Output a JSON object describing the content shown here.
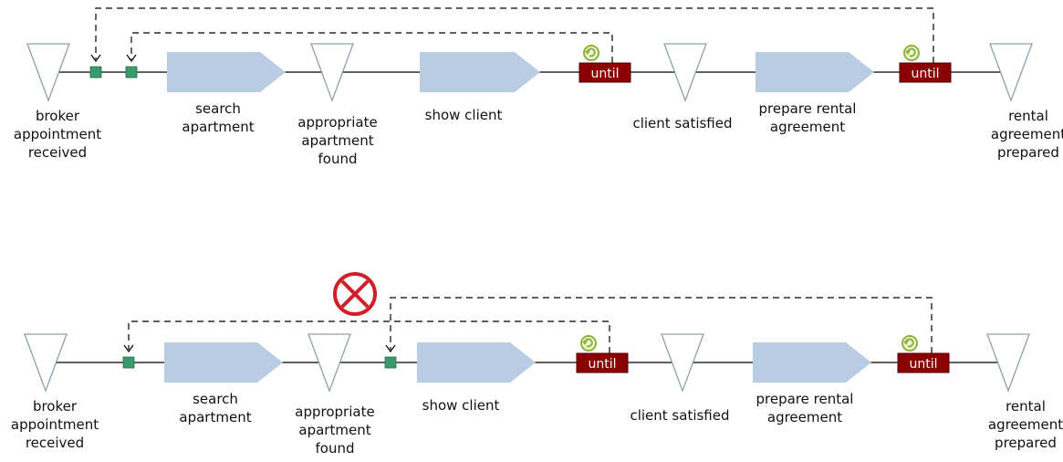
{
  "colors": {
    "event_fill": "#ffffff",
    "event_stroke": "#8aa0ae",
    "function_fill": "#b8cce4",
    "connector_fill": "#3a9a6a",
    "until_fill": "#8b0000",
    "loop_icon": "#8fb03a",
    "invalid_marker": "#d11f2a",
    "line": "#000000"
  },
  "diagrams": [
    {
      "id": "valid",
      "elements": {
        "event_start": [
          "broker",
          "appointment",
          "received"
        ],
        "func_search": [
          "search",
          "apartment"
        ],
        "event_found": [
          "appropriate",
          "apartment",
          "found"
        ],
        "func_show": [
          "show client"
        ],
        "until_1": "until",
        "event_satisfied": [
          "client satisfied"
        ],
        "func_prepare": [
          "prepare rental",
          "agreement"
        ],
        "until_2": "until",
        "event_end": [
          "rental",
          "agreement",
          "prepared"
        ]
      }
    },
    {
      "id": "invalid",
      "marker_icon": "prohibited-icon",
      "elements": {
        "event_start": [
          "broker",
          "appointment",
          "received"
        ],
        "func_search": [
          "search",
          "apartment"
        ],
        "event_found": [
          "appropriate",
          "apartment",
          "found"
        ],
        "func_show": [
          "show client"
        ],
        "until_1": "until",
        "event_satisfied": [
          "client satisfied"
        ],
        "func_prepare": [
          "prepare rental",
          "agreement"
        ],
        "until_2": "until",
        "event_end": [
          "rental",
          "agreement",
          "prepared"
        ]
      }
    }
  ]
}
